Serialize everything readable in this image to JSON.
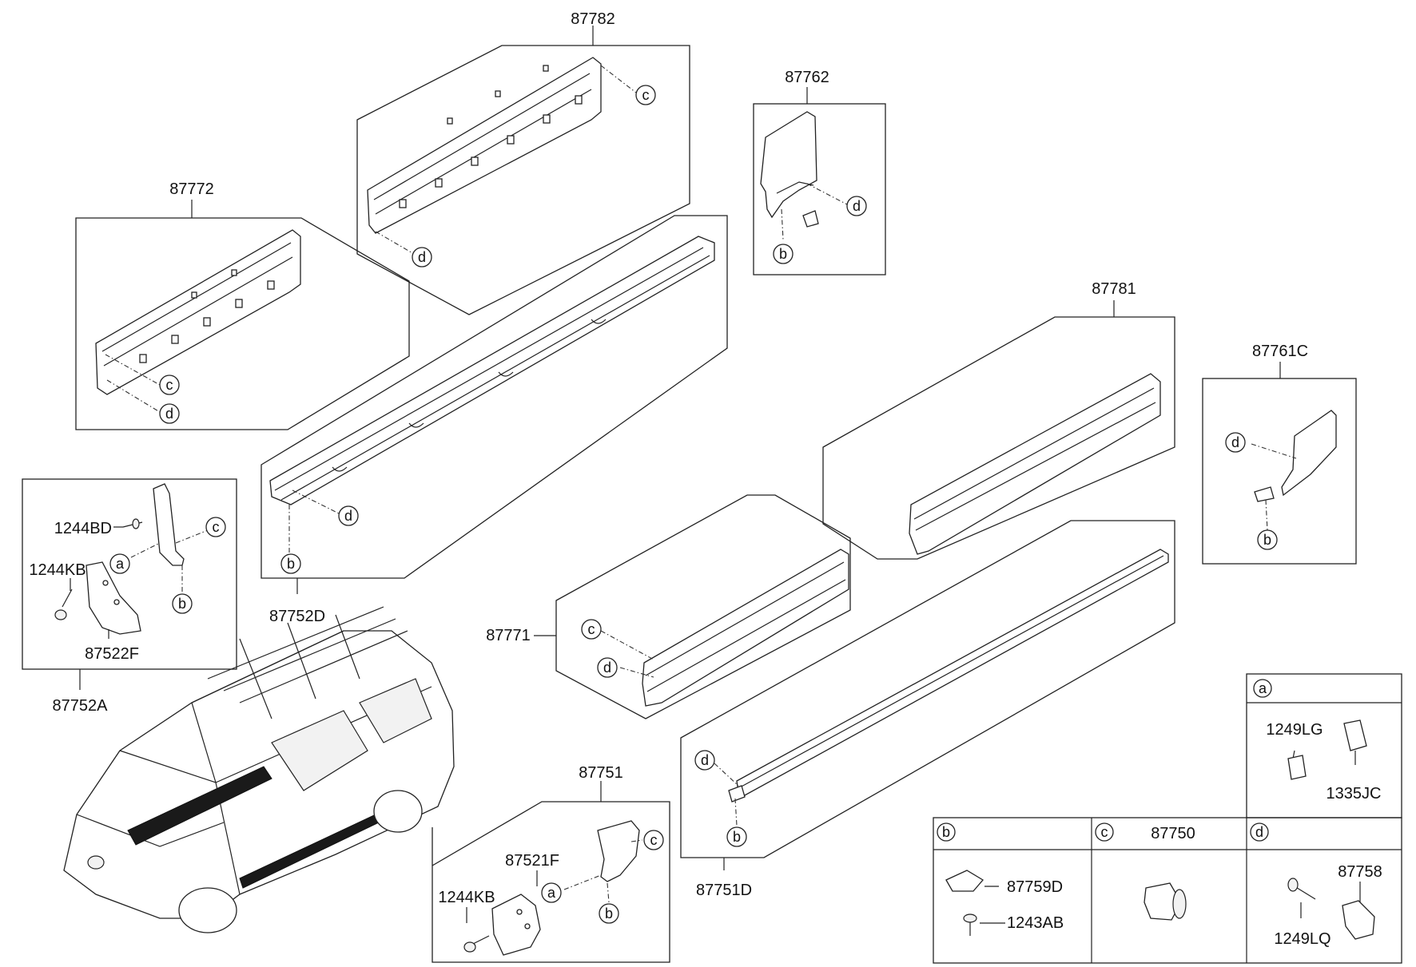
{
  "labels": {
    "p87782": "87782",
    "p87772": "87772",
    "p87762": "87762",
    "p87781": "87781",
    "p87761C": "87761C",
    "p1244BD": "1244BD",
    "p1244KB_a": "1244KB",
    "p87522F": "87522F",
    "p87752A": "87752A",
    "p87752D": "87752D",
    "p87771": "87771",
    "p87751": "87751",
    "p87521F": "87521F",
    "p1244KB_b": "1244KB",
    "p87751D": "87751D",
    "p1249LG": "1249LG",
    "p1335JC": "1335JC",
    "p87750": "87750",
    "p87759D": "87759D",
    "p1243AB": "1243AB",
    "p87758": "87758",
    "p1249LQ": "1249LQ"
  },
  "callouts": {
    "a": "a",
    "b": "b",
    "c": "c",
    "d": "d"
  },
  "colors": {
    "line": "#222222",
    "background": "#ffffff"
  }
}
